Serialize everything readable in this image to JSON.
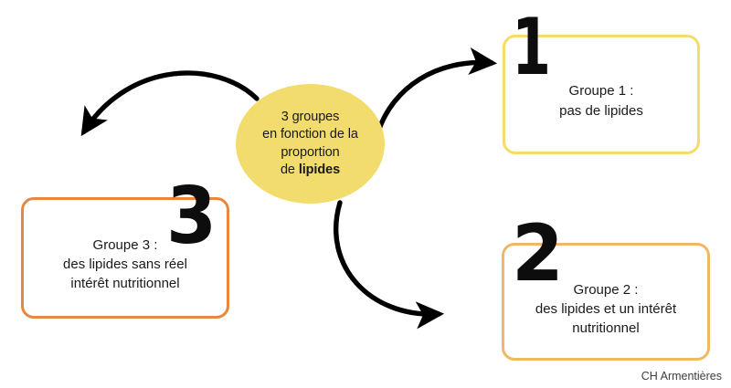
{
  "diagram": {
    "center": {
      "line1": "3 groupes",
      "line2": "en fonction de la",
      "line3": "proportion",
      "line4_prefix": "de ",
      "line4_bold": "lipides",
      "fill_color": "#F2DC6E"
    },
    "nodes": [
      {
        "id": "group1",
        "numeral": "1",
        "title": "Groupe 1 :",
        "detail": "pas de lipides",
        "text": "Groupe 1 :\npas de lipides",
        "border_color": "#F5DC69"
      },
      {
        "id": "group2",
        "numeral": "2",
        "title": "Groupe 2 :",
        "detail": "des lipides et un intérêt nutritionnel",
        "text": "Groupe 2 :\ndes lipides et un intérêt\nnutritionnel",
        "border_color": "#F0B860"
      },
      {
        "id": "group3",
        "numeral": "3",
        "title": "Groupe 3 :",
        "detail": "des lipides sans réel intérêt nutritionnel",
        "text": "Groupe 3 :\ndes lipides sans réel\nintérêt nutritionnel",
        "border_color": "#E8873F"
      }
    ],
    "arrows": [
      {
        "id": "arrow-to-group1",
        "from": "center",
        "to": "group1",
        "color": "#000000"
      },
      {
        "id": "arrow-to-group2",
        "from": "center",
        "to": "group2",
        "color": "#000000"
      },
      {
        "id": "arrow-to-group3",
        "from": "center",
        "to": "group3",
        "color": "#000000"
      }
    ],
    "footer": "CH Armentières"
  }
}
